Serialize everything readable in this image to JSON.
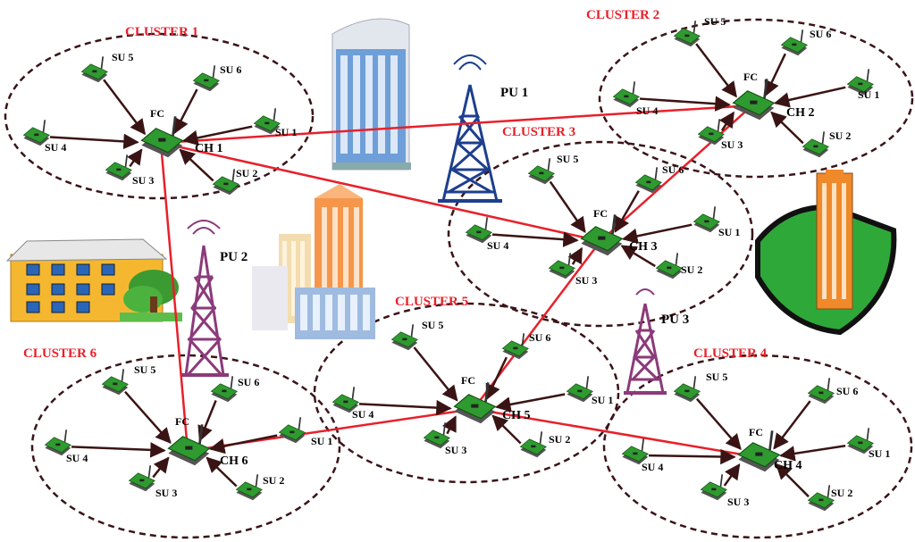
{
  "colors": {
    "cluster_border": "#3a1418",
    "link": "#e8202a",
    "arrow": "#3a1414",
    "device_body": "#2f9a2f",
    "device_base": "#555555",
    "tower_blue": "#1d3f8e",
    "tower_purple": "#8b3a7a",
    "cluster_label": "#e8202a"
  },
  "clusters": [
    {
      "label": "CLUSTER 1",
      "head": "CH 1",
      "fc": "FC",
      "su": [
        "SU 1",
        "SU 2",
        "SU 3",
        "SU 4",
        "SU 5",
        "SU 6"
      ]
    },
    {
      "label": "CLUSTER 2",
      "head": "CH 2",
      "fc": "FC",
      "su": [
        "SU 1",
        "SU 2",
        "SU 3",
        "SU 4",
        "SU 5",
        "SU 6"
      ]
    },
    {
      "label": "CLUSTER 3",
      "head": "CH 3",
      "fc": "FC",
      "su": [
        "SU 1",
        "SU 2",
        "SU 3",
        "SU 4",
        "SU 5",
        "SU 6"
      ]
    },
    {
      "label": "CLUSTER 4",
      "head": "CH 4",
      "fc": "FC",
      "su": [
        "SU 1",
        "SU 2",
        "SU 3",
        "SU 4",
        "SU 5",
        "SU 6"
      ]
    },
    {
      "label": "CLUSTER 5",
      "head": "CH 5",
      "fc": "FC",
      "su": [
        "SU 1",
        "SU 2",
        "SU 3",
        "SU 4",
        "SU 5",
        "SU 6"
      ]
    },
    {
      "label": "CLUSTER 6",
      "head": "CH 6",
      "fc": "FC",
      "su": [
        "SU 1",
        "SU 2",
        "SU 3",
        "SU 4",
        "SU 5",
        "SU 6"
      ]
    }
  ],
  "primary_users": [
    "PU 1",
    "PU 2",
    "PU 3"
  ],
  "links": [
    [
      "CH 1",
      "CH 2"
    ],
    [
      "CH 1",
      "CH 3"
    ],
    [
      "CH 1",
      "CH 6"
    ],
    [
      "CH 2",
      "CH 3"
    ],
    [
      "CH 3",
      "CH 5"
    ],
    [
      "CH 5",
      "CH 6"
    ],
    [
      "CH 5",
      "CH 4"
    ]
  ]
}
